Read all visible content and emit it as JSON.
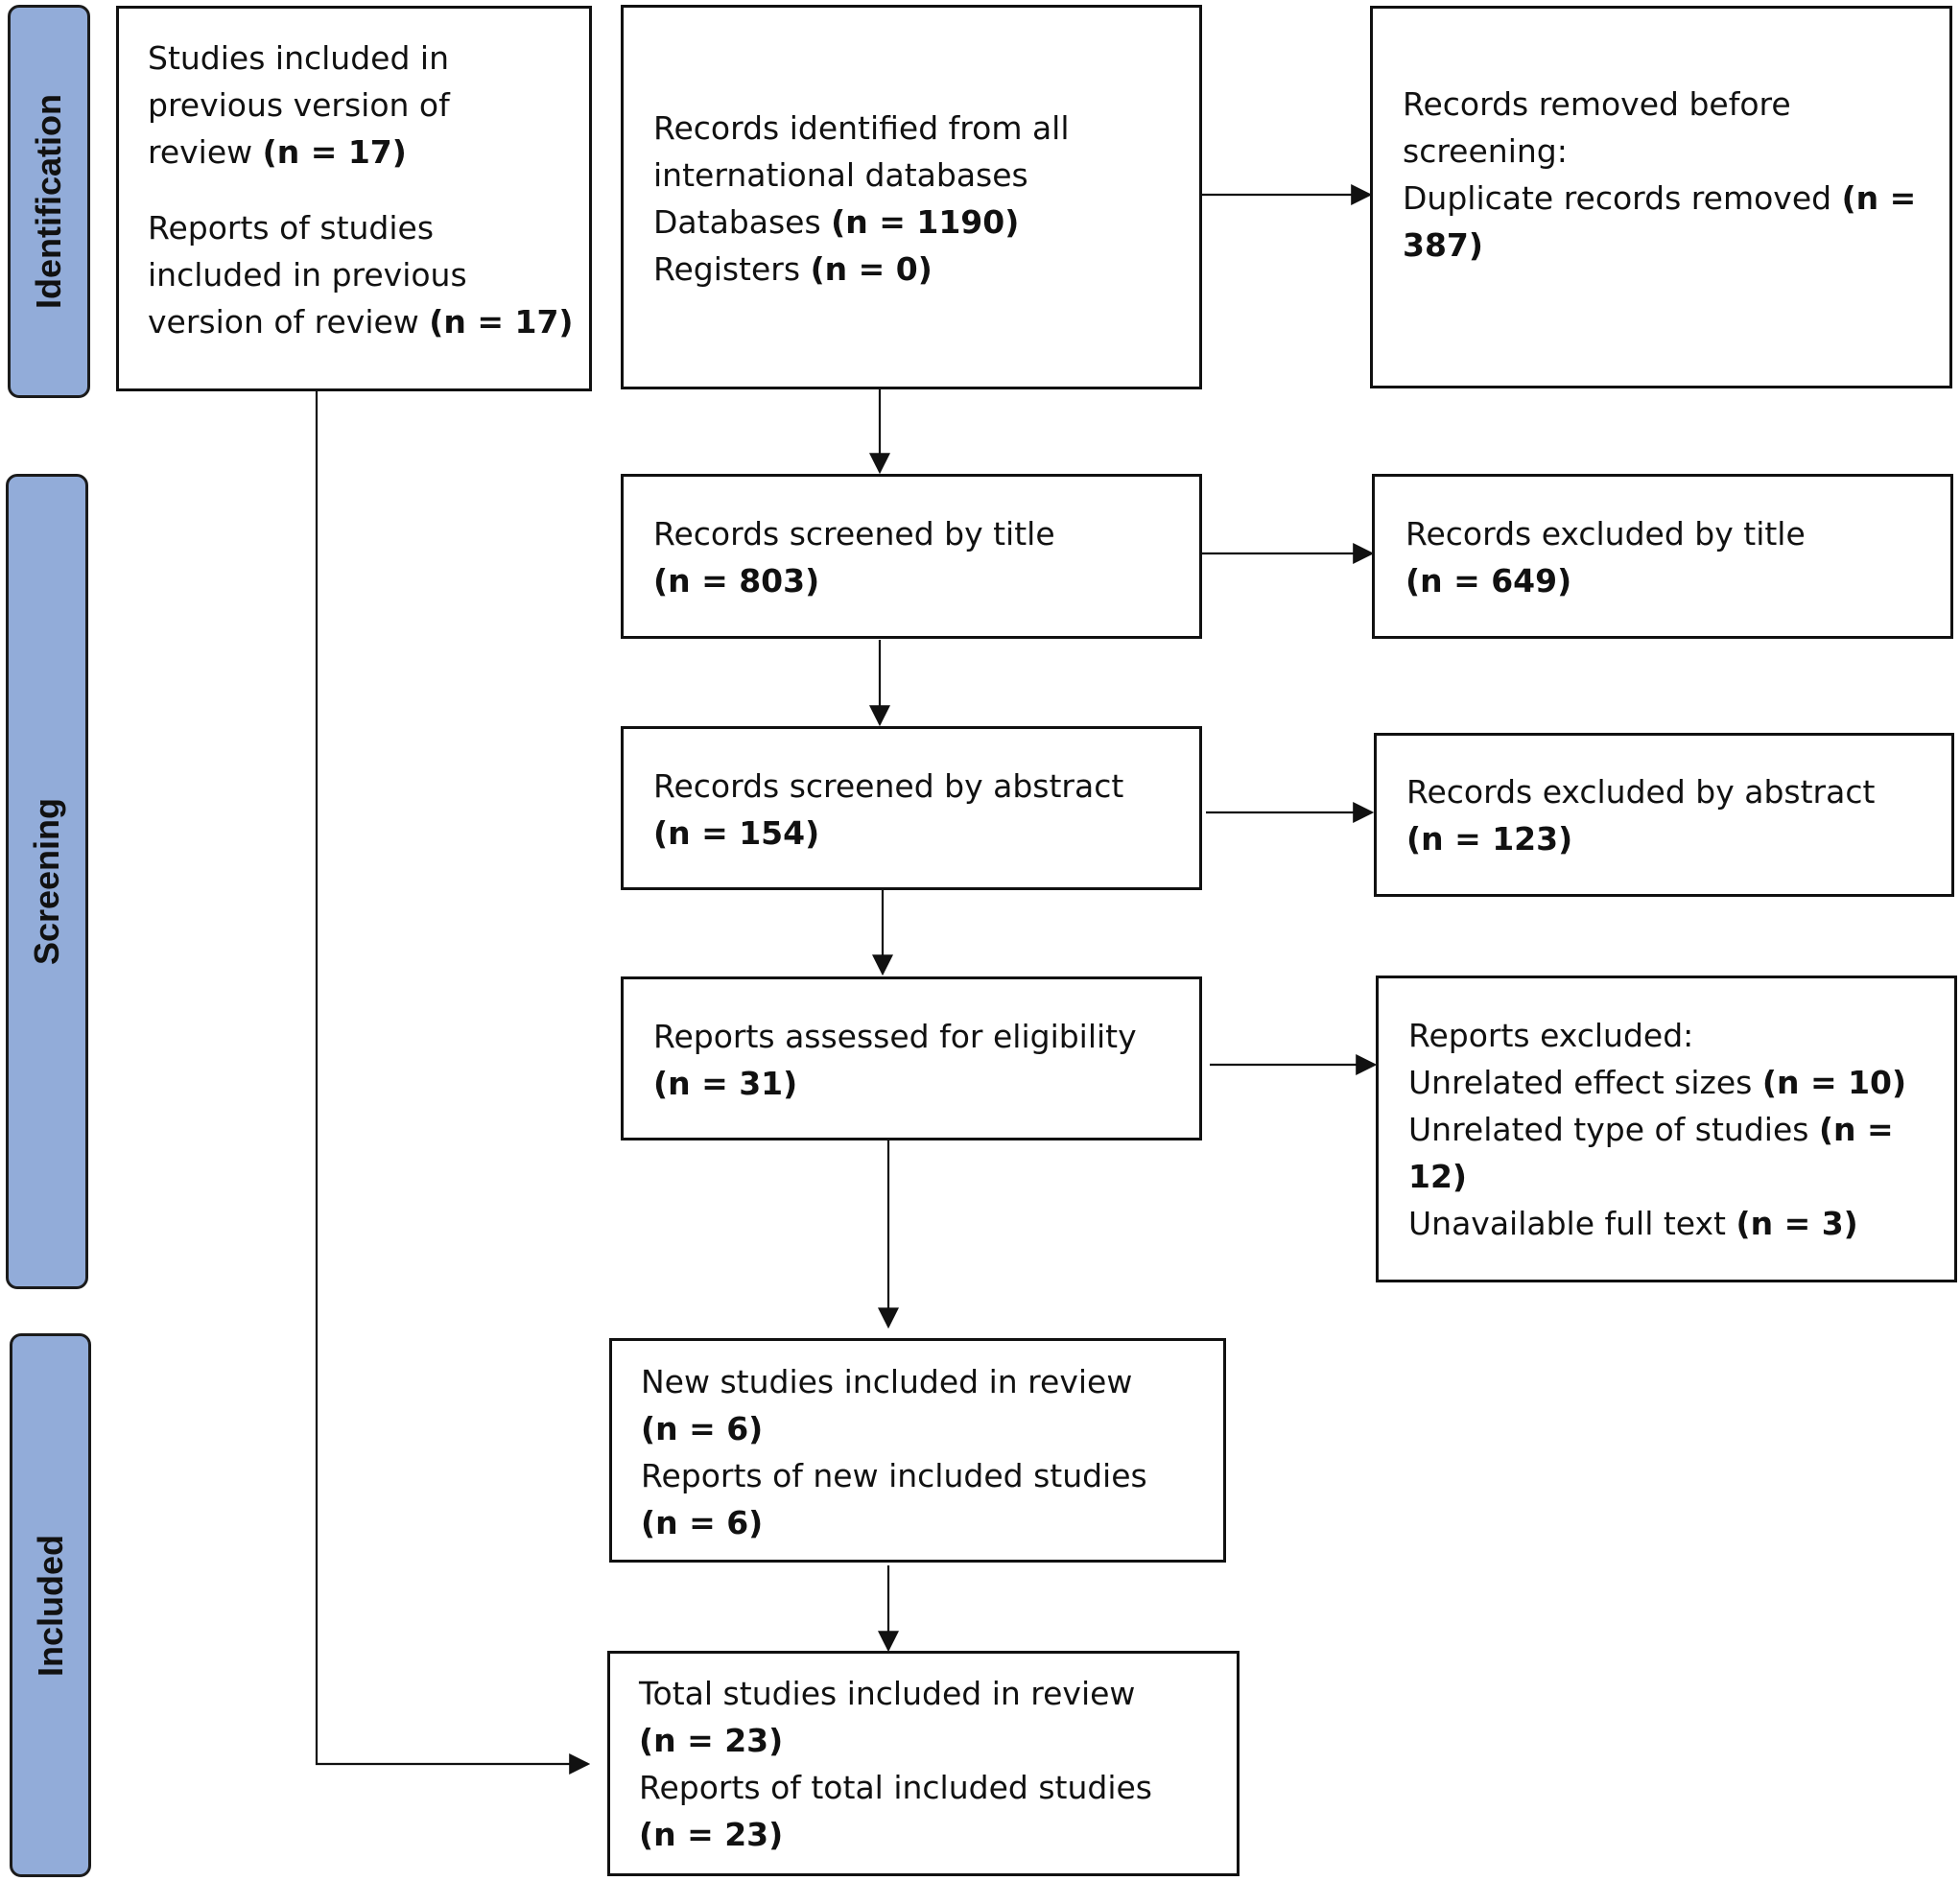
{
  "phases": {
    "identification": "Identification",
    "screening": "Screening",
    "included": "Included"
  },
  "previous": {
    "line1": "Studies included in",
    "line2": "previous version of",
    "line3": "review",
    "n1": "(n = 17)",
    "line4": "Reports of studies",
    "line5": "included in previous",
    "line6": "version of review",
    "n2": "(n = 17)"
  },
  "identified": {
    "line1": "Records identified from all",
    "line2": "international databases",
    "databases_label": "Databases",
    "databases_n": "(n = 1190)",
    "registers_label": "Registers",
    "registers_n": "(n = 0)"
  },
  "removed": {
    "line1": "Records removed before",
    "line2": "screening:",
    "line3": "Duplicate records removed",
    "n_part1": "(n =",
    "n_part2": "387)"
  },
  "screened_title": {
    "line1": "Records screened by title",
    "n": "(n = 803)"
  },
  "excluded_title": {
    "line1": "Records excluded by title",
    "n": "(n = 649)"
  },
  "screened_abstract": {
    "line1": "Records screened by abstract",
    "n": "(n = 154)"
  },
  "excluded_abstract": {
    "line1": "Records excluded by abstract",
    "n": "(n = 123)"
  },
  "assessed": {
    "line1": "Reports assessed for eligibility",
    "n": "(n = 31)"
  },
  "reports_excluded": {
    "line1": "Reports excluded:",
    "effect_label": "Unrelated effect sizes",
    "effect_n": "(n = 10)",
    "type_label": "Unrelated type of studies",
    "type_n_part1": "(n =",
    "type_n_part2": "12)",
    "full_label": "Unavailable full text",
    "full_n": "(n = 3)"
  },
  "new_included": {
    "line1": "New studies included in review",
    "n1": "(n = 6)",
    "line2": "Reports of new included studies",
    "n2": "(n = 6)"
  },
  "total_included": {
    "line1": "Total studies included in review",
    "n1": "(n = 23)",
    "line2": "Reports of total included studies",
    "n2": "(n = 23)"
  }
}
